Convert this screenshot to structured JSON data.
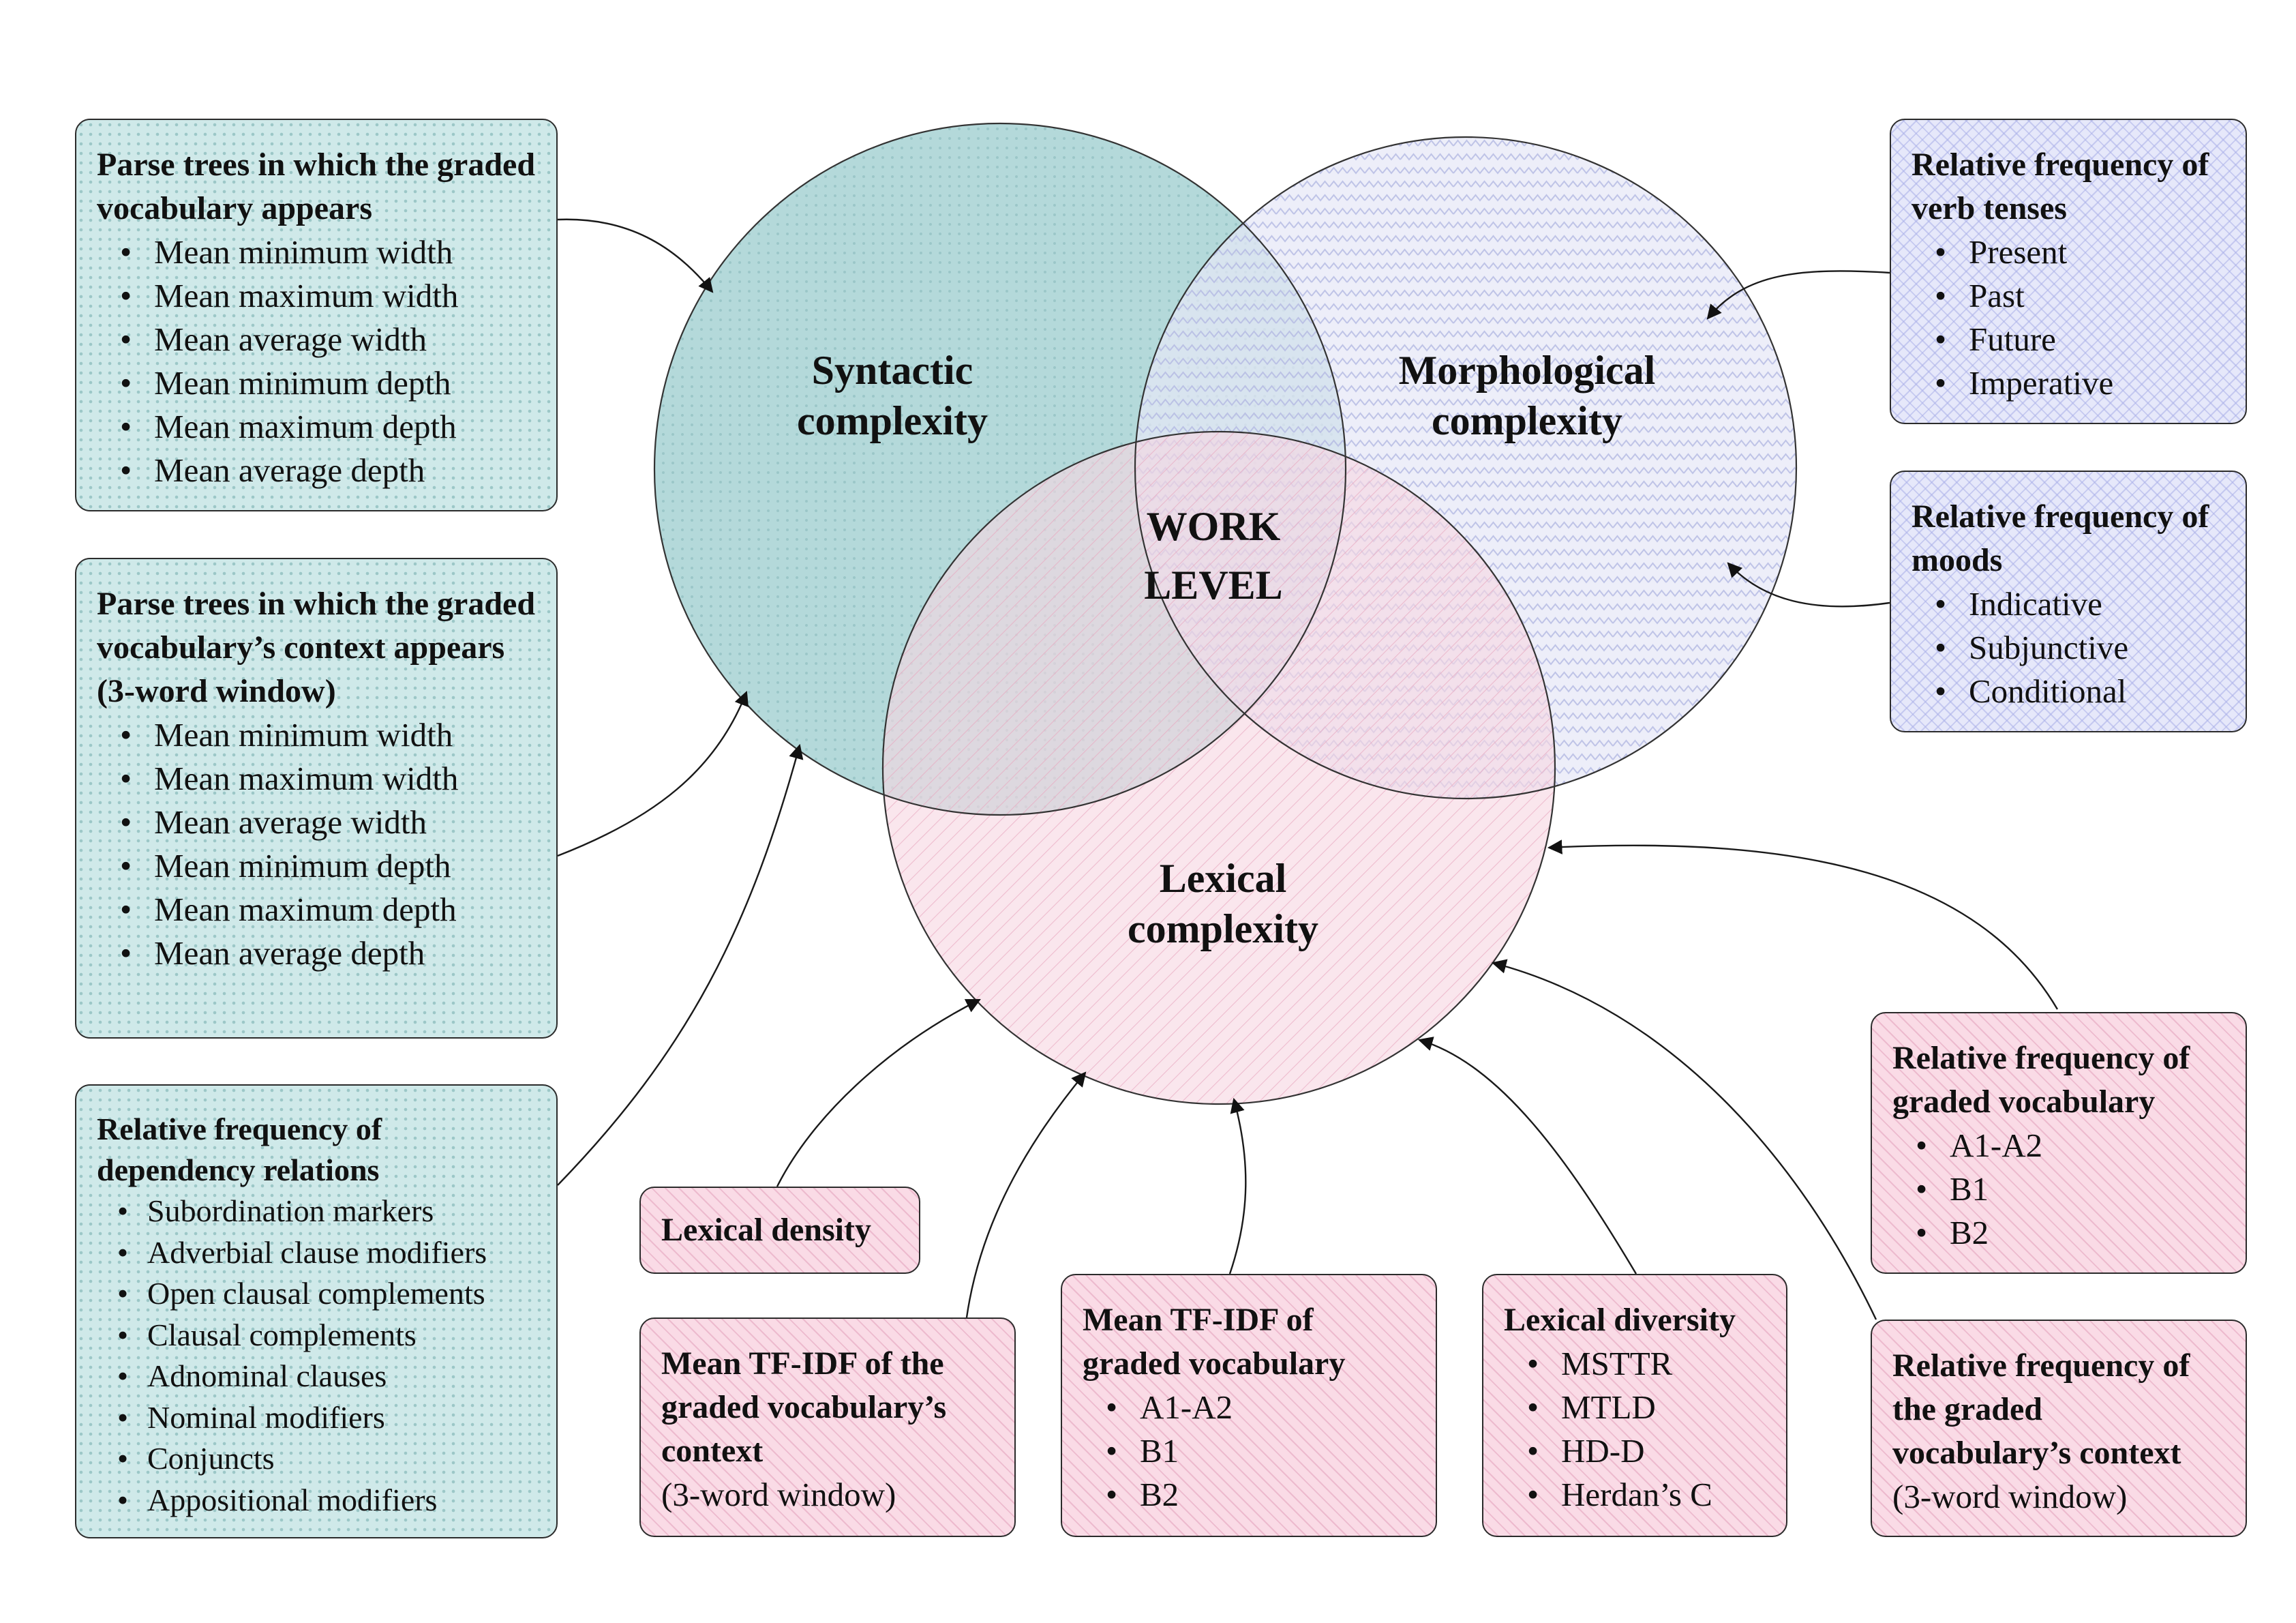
{
  "center": {
    "label_line1": "WORK",
    "label_line2": "LEVEL"
  },
  "circles": {
    "syntactic": {
      "line1": "Syntactic",
      "line2": "complexity",
      "fill": "#aed6d7"
    },
    "morphological": {
      "line1": "Morphological",
      "line2": "complexity",
      "fill": "#e4e6f6"
    },
    "lexical": {
      "line1": "Lexical",
      "line2": "complexity",
      "fill": "#f8dbe4"
    }
  },
  "boxes": {
    "parse_vocab": {
      "title": "Parse trees in which the graded vocabulary appears",
      "items": [
        "Mean minimum width",
        "Mean maximum width",
        "Mean average width",
        "Mean minimum depth",
        "Mean maximum depth",
        "Mean average depth"
      ]
    },
    "parse_context": {
      "title": "Parse trees in which the graded vocabulary’s context appears (3-word window)",
      "items": [
        "Mean minimum width",
        "Mean maximum width",
        "Mean average width",
        "Mean minimum depth",
        "Mean maximum depth",
        "Mean average depth"
      ]
    },
    "dependency": {
      "title": "Relative frequency of dependency relations",
      "items": [
        "Subordination markers",
        "Adverbial clause modifiers",
        "Open clausal complements",
        "Clausal complements",
        "Adnominal clauses",
        "Nominal modifiers",
        "Conjuncts",
        "Appositional modifiers"
      ]
    },
    "verb_tenses": {
      "title": "Relative frequency of verb tenses",
      "items": [
        "Present",
        "Past",
        "Future",
        "Imperative"
      ]
    },
    "moods": {
      "title": "Relative frequency of moods",
      "items": [
        "Indicative",
        "Subjunctive",
        "Conditional"
      ]
    },
    "graded_vocab": {
      "title": "Relative frequency of graded vocabulary",
      "items": [
        "A1-A2",
        "B1",
        "B2"
      ]
    },
    "lexical_density": {
      "title": "Lexical density"
    },
    "tfidf_context": {
      "title": "Mean TF-IDF of the graded vocabulary’s context",
      "note": "(3-word window)"
    },
    "tfidf_vocab": {
      "title": "Mean TF-IDF of graded vocabulary",
      "items": [
        "A1-A2",
        "B1",
        "B2"
      ]
    },
    "lexical_diversity": {
      "title": "Lexical diversity",
      "items": [
        "MSTTR",
        "MTLD",
        "HD-D",
        "Herdan’s C"
      ]
    },
    "context_freq": {
      "title": "Relative frequency of the graded vocabulary’s context",
      "note": "(3-word window)"
    }
  }
}
